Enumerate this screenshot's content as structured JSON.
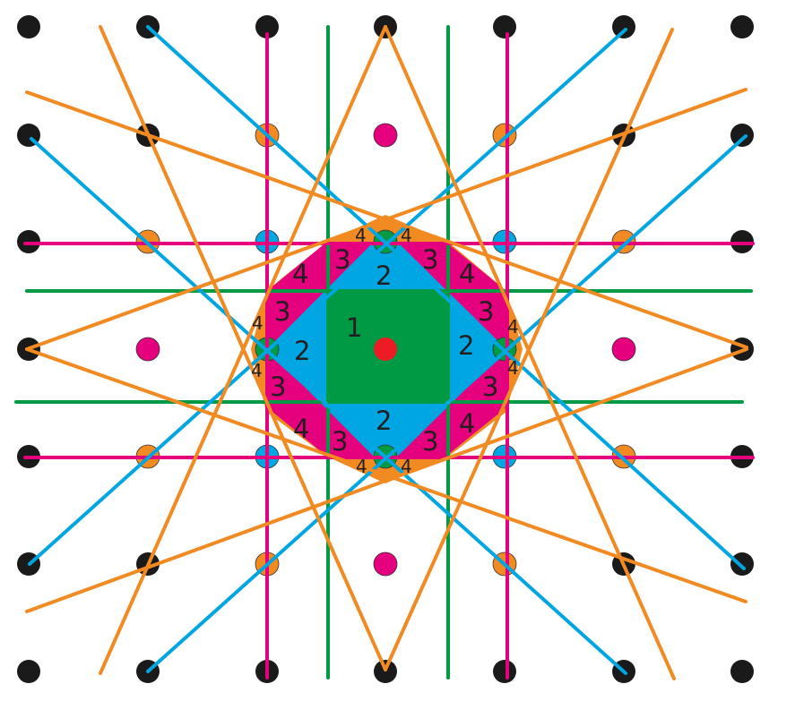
{
  "colors": {
    "background": "#ffffff",
    "green": "#009a44",
    "magenta": "#e5007e",
    "blue": "#00a6e2",
    "orange": "#f28a22",
    "black": "#1a1a1a",
    "red": "#ed1c24",
    "text": "#231f20"
  },
  "regions": {
    "r1": "1",
    "r2": "2",
    "r3": "3",
    "r4": "4"
  }
}
